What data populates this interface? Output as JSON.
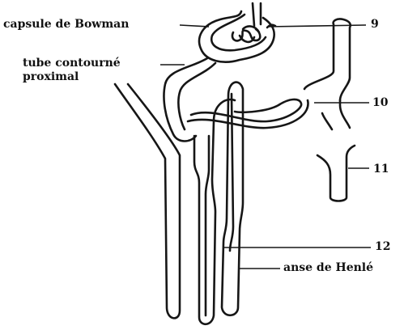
{
  "labels": {
    "bowman": "capsule de Bowman",
    "tube_line1": "tube contourné",
    "tube_line2": "proximal",
    "n9": "9",
    "n10": "10",
    "n11": "11",
    "n12": "12",
    "henle": "anse de Henlé"
  },
  "colors": {
    "ink": "#161616",
    "background": "#ffffff"
  }
}
